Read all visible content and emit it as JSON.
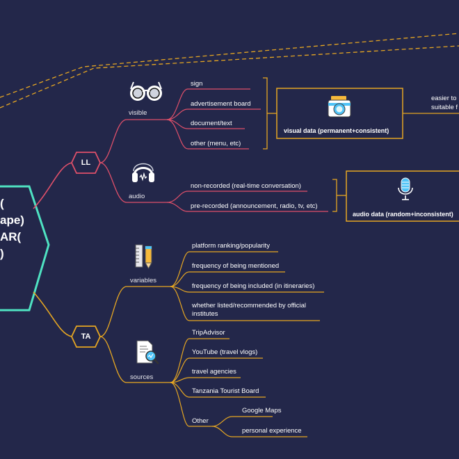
{
  "central": {
    "lines": [
      "(",
      "ape)",
      "",
      "AR(",
      ")"
    ]
  },
  "colors": {
    "background": "#23274a",
    "ll_branch": "#e0506a",
    "ta_branch": "#e7a722",
    "central_border": "#4fe3c2",
    "dashed": "#e7a722"
  },
  "ll": {
    "label": "LL",
    "visible": {
      "label": "visible",
      "icon": "eyeglasses-icon",
      "items": [
        "sign",
        "advertisement board",
        "document/text",
        "other (menu, etc)"
      ],
      "summary": "visual data (permanent+consistent)",
      "summary_icon": "camera-icon",
      "note_lines": [
        "easier to",
        "suitable f"
      ]
    },
    "audio": {
      "label": "audio",
      "icon": "headphones-icon",
      "items": [
        "non-recorded (real-time conversation)",
        "pre-recorded (announcement, radio, tv, etc)"
      ],
      "summary": "audio data (random+inconsistent)",
      "summary_icon": "microphone-icon"
    }
  },
  "ta": {
    "label": "TA",
    "variables": {
      "label": "variables",
      "icon": "ruler-pencil-icon",
      "items": [
        "platform ranking/popularity",
        "frequency of being mentioned",
        "frequency of being included (in itineraries)"
      ],
      "item_multiline": [
        "whether listed/recommended by official",
        "institutes"
      ]
    },
    "sources": {
      "label": "sources",
      "icon": "document-search-icon",
      "items": [
        "TripAdvisor",
        "YouTube (travel vlogs)",
        "travel agencies",
        "Tanzania Tourist Board"
      ],
      "other": {
        "label": "Other",
        "items": [
          "Google Maps",
          "personal experience"
        ]
      }
    }
  }
}
